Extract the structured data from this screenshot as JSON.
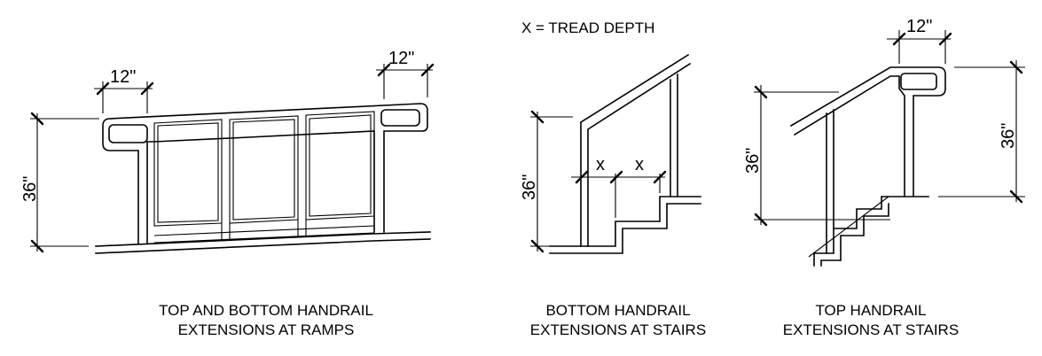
{
  "note": "X = TREAD DEPTH",
  "figures": {
    "ramps": {
      "caption_line1": "TOP AND BOTTOM HANDRAIL",
      "caption_line2": "EXTENSIONS AT RAMPS",
      "dim_left_ext": "12\"",
      "dim_right_ext": "12\"",
      "dim_height": "36\""
    },
    "bottom_stairs": {
      "caption_line1": "BOTTOM HANDRAIL",
      "caption_line2": "EXTENSIONS AT STAIRS",
      "dim_height": "36\"",
      "dim_x1": "x",
      "dim_x2": "x"
    },
    "top_stairs": {
      "caption_line1": "TOP HANDRAIL",
      "caption_line2": "EXTENSIONS AT STAIRS",
      "dim_ext": "12\"",
      "dim_height_left": "36\"",
      "dim_height_right": "36\""
    }
  }
}
